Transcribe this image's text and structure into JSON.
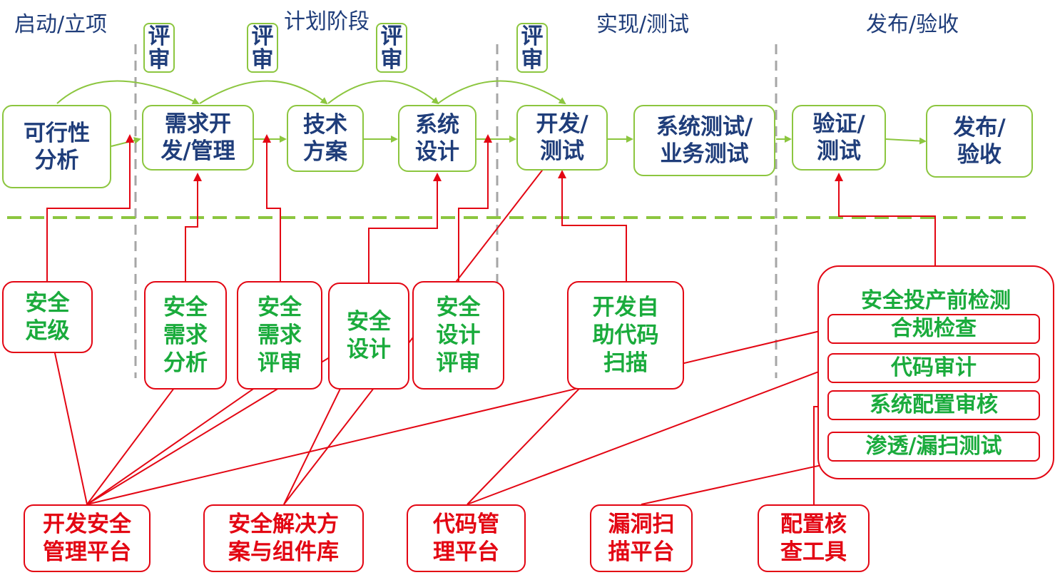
{
  "phases": {
    "initiation": "启动/立项",
    "planning": "计划阶段",
    "implementation": "实现/测试",
    "release": "发布/验收"
  },
  "review_label": "评审",
  "process": {
    "feasibility": "可行性\n分析",
    "requirements": "需求开\n发/管理",
    "tech_solution": "技术\n方案",
    "system_design": "系统\n设计",
    "dev_test": "开发/\n测试",
    "system_test": "系统测试/\n业务测试",
    "verify_test": "验证/\n测试",
    "release_accept": "发布/\n验收"
  },
  "security": {
    "grading": "安全\n定级",
    "req_analysis": "安全\n需求\n分析",
    "req_review": "安全\n需求\n评审",
    "design": "安全\n设计",
    "design_review": "安全\n设计\n评审",
    "self_scan": "开发自\n助代码\n扫描"
  },
  "pre_release": {
    "title": "安全投产前检测",
    "items": [
      "合规检查",
      "代码审计",
      "系统配置审核",
      "渗透/漏扫测试"
    ]
  },
  "tools": {
    "dev_security_platform": "开发安全\n管理平台",
    "solution_library": "安全解决方\n案与组件库",
    "code_mgmt_platform": "代码管\n理平台",
    "vuln_scan_platform": "漏洞扫\n描平台",
    "config_check_tool": "配置核\n查工具"
  },
  "colors": {
    "process_border": "#8cc63f",
    "title_text": "#1f3d7a",
    "security_text": "#1aab3c",
    "red": "#e30613",
    "phase_divider": "#a6a6a6"
  }
}
